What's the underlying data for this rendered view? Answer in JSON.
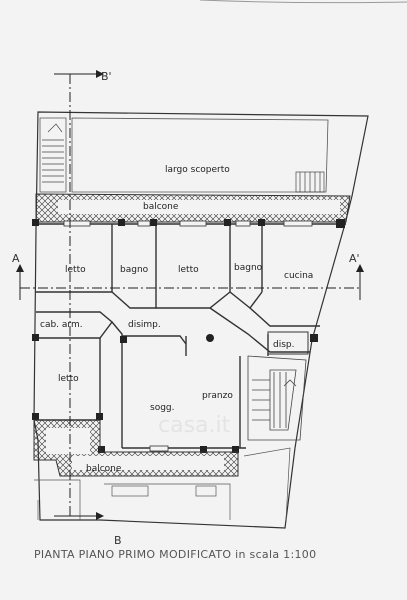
{
  "sections": {
    "b_top": "B'",
    "a_left": "A",
    "a_right": "A'",
    "b_bottom": "B"
  },
  "rooms": {
    "largo_scoperto": "largo scoperto",
    "balcone_top": "balcone",
    "letto_1": "letto",
    "bagno_1": "bagno",
    "letto_2": "letto",
    "bagno_2": "bagno",
    "cucina": "cucina",
    "cab_arm": "cab. arm.",
    "disimp": "disimp.",
    "disp": "disp.",
    "letto_3": "letto",
    "sogg": "sogg.",
    "pranzo": "pranzo",
    "balcone_bottom": "balcone"
  },
  "title": "PIANTA PIANO PRIMO MODIFICATO in scala 1:100",
  "watermark": "casa.it"
}
